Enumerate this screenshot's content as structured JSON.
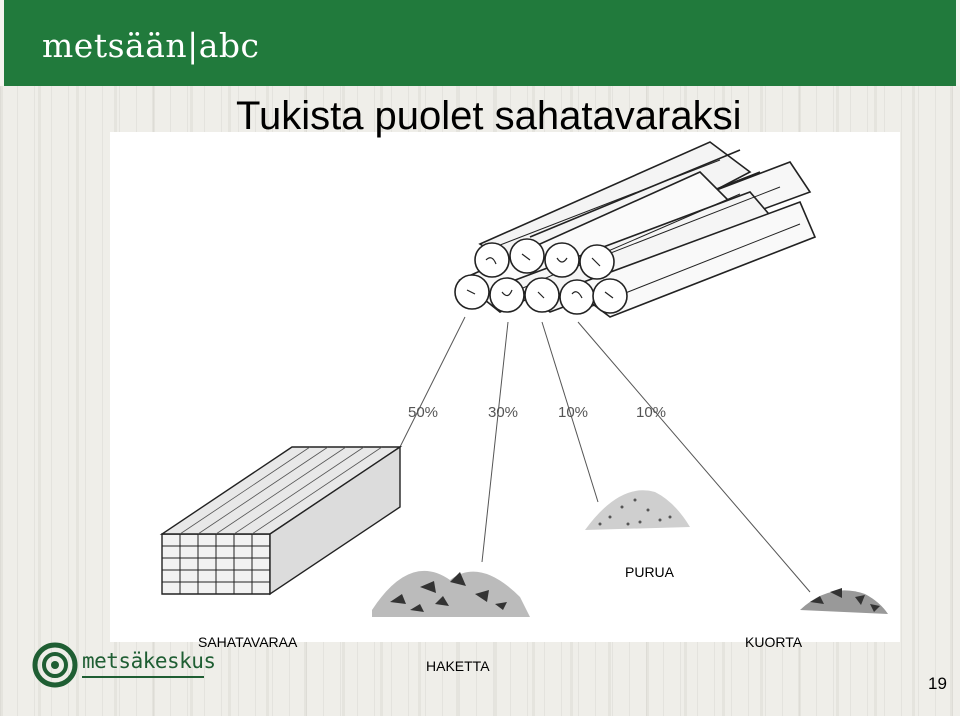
{
  "header": {
    "logo_text": "metsään|abc"
  },
  "slide": {
    "title": "Tukista puolet sahatavaraksi",
    "page_number": "19"
  },
  "percentages": [
    "50%",
    "30%",
    "10%",
    "10%"
  ],
  "labels": {
    "sahatavaraa": "SAHATAVARAA",
    "haketta": "HAKETTA",
    "purua": "PURUA",
    "kuorta": "KUORTA"
  },
  "footer": {
    "logo_text": "metsäkeskus"
  },
  "colors": {
    "header_green": "#217a3c",
    "footer_green": "#1f5e33"
  }
}
